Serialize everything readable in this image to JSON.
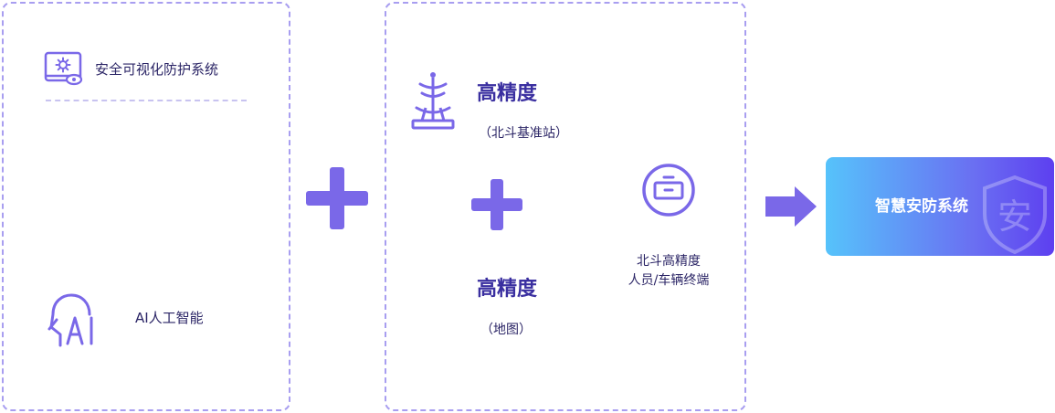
{
  "left_panel": {
    "top_label": "安全可视化防护系统",
    "bottom_label": "AI人工智能"
  },
  "middle_panel": {
    "station_title": "高精度",
    "station_subtitle": "（北斗基准站）",
    "map_title": "高精度",
    "map_subtitle": "（地图）",
    "terminal_line1": "北斗高精度",
    "terminal_line2": "人员/车辆终端"
  },
  "result": {
    "label": "智慧安防系统",
    "watermark_char": "安"
  },
  "colors": {
    "accent": "#7a68e8",
    "panel_border": "#a89ef0",
    "gradient_start": "#56c3fb",
    "gradient_end": "#5d3ff0"
  },
  "icons": {
    "security_monitor": "monitor-gear-eye-icon",
    "ai_head": "ai-head-icon",
    "base_station": "base-station-icon",
    "terminal": "terminal-device-icon",
    "plus": "plus-icon",
    "arrow": "arrow-right-icon",
    "shield": "shield-icon"
  }
}
